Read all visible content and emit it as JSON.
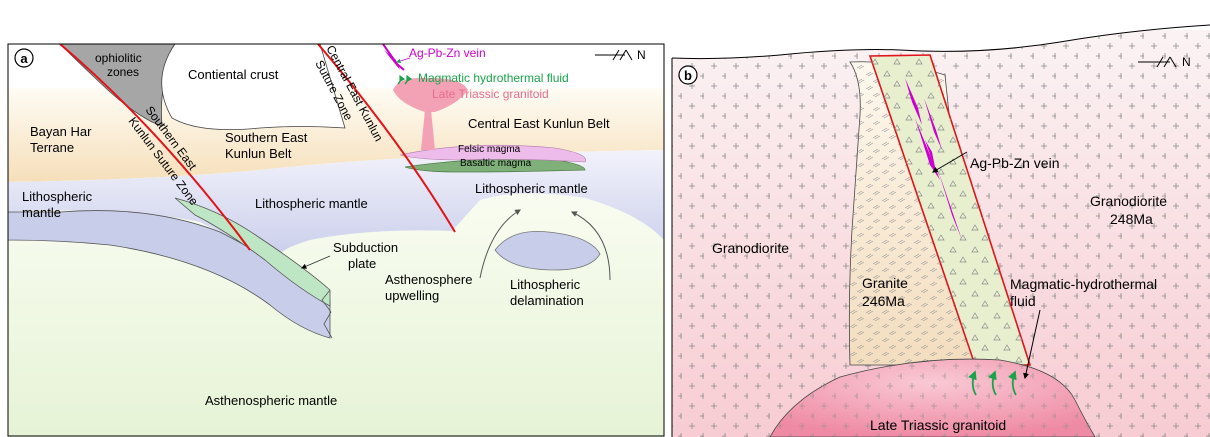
{
  "panel_a": {
    "panel_label": "a",
    "north_label": "N",
    "labels": {
      "ophiolitic_1": "ophiolitic",
      "ophiolitic_2": "zones",
      "continental_crust": "Contiental crust",
      "bayan_har_1": "Bayan Har",
      "bayan_har_2": "Terrane",
      "skb_1": "Southern East",
      "skb_2": "Kunlun Belt",
      "ckb": "Central East Kunlun Belt",
      "litho_left_1": "Lithospheric",
      "litho_left_2": "mantle",
      "litho_center": "Lithospheric mantle",
      "litho_right": "Lithospheric mantle",
      "felsic": "Felsic magma",
      "basaltic": "Basaltic magma",
      "subduction_1": "Subduction",
      "subduction_2": "plate",
      "asthen_up_1": "Asthenosphere",
      "asthen_up_2": "upwelling",
      "delam_1": "Lithospheric",
      "delam_2": "delamination",
      "asthen_mantle": "Asthenospheric mantle",
      "suture_south_1": "Southern East",
      "suture_south_2": "Kunlun Suture Zone",
      "suture_central_1": "Central East Kunlun",
      "suture_central_2": "Suture Zone",
      "vein": "Ag-Pb-Zn vein",
      "fluid": "Magmatic hydrothermal fluid",
      "granitoid": "Late Triassic granitoid"
    }
  },
  "panel_b": {
    "panel_label": "b",
    "north_label": "N",
    "labels": {
      "vein": "Ag-Pb-Zn vein",
      "granodiorite_left": "Granodiorite",
      "granodiorite_right_1": "Granodiorite",
      "granodiorite_right_2": "248Ma",
      "granite_1": "Granite",
      "granite_2": "246Ma",
      "fluid_1": "Magmatic-hydrothermal",
      "fluid_2": "fluid",
      "granitoid": "Late Triassic granitoid"
    }
  },
  "colors": {
    "suture_red": "#e0141a",
    "vein_magenta": "#cc00cc",
    "fluid_green": "#1aa34a",
    "granitoid_pink": "#f3a2b6",
    "subduction_green": "#bfe6c4",
    "lithosphere_blue": "#c8cdea",
    "crust_peach": "#f6dfba",
    "ophiolite_gray": "#a6a6a6"
  }
}
